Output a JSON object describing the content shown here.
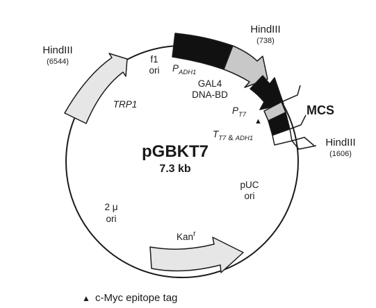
{
  "plasmid": {
    "name": "pGBKT7",
    "size": "7.3 kb"
  },
  "sites": [
    {
      "enzyme": "HindIII",
      "position": "(6544)"
    },
    {
      "enzyme": "HindIII",
      "position": "(738)"
    },
    {
      "enzyme": "HindIII",
      "position": "(1606)"
    }
  ],
  "features": {
    "f1_ori": {
      "line1": "f1",
      "line2": "ori"
    },
    "p_adh1": {
      "main": "P",
      "sub": "ADH1"
    },
    "gal4": {
      "line1": "GAL4",
      "line2": "DNA-BD"
    },
    "p_t7": {
      "main": "P",
      "sub": "T7"
    },
    "mcs": "MCS",
    "t_t7_adh1": {
      "main": "T",
      "sub1": "T7",
      "amp": " & ",
      "sub2": "ADH1"
    },
    "trp1": "TRP1",
    "puc_ori": {
      "line1": "pUC",
      "line2": "ori"
    },
    "two_micron_ori": {
      "line1": "2 μ",
      "line2": "ori"
    },
    "kan": {
      "main": "Kan",
      "sup": "r"
    }
  },
  "legend": {
    "symbol": "▲",
    "label": "c-Myc epitope tag"
  },
  "colors": {
    "outline": "#1a1a1a",
    "black_block": "#111111",
    "grey_block": "#c8c8c8",
    "light_arrow": "#e6e6e6"
  }
}
